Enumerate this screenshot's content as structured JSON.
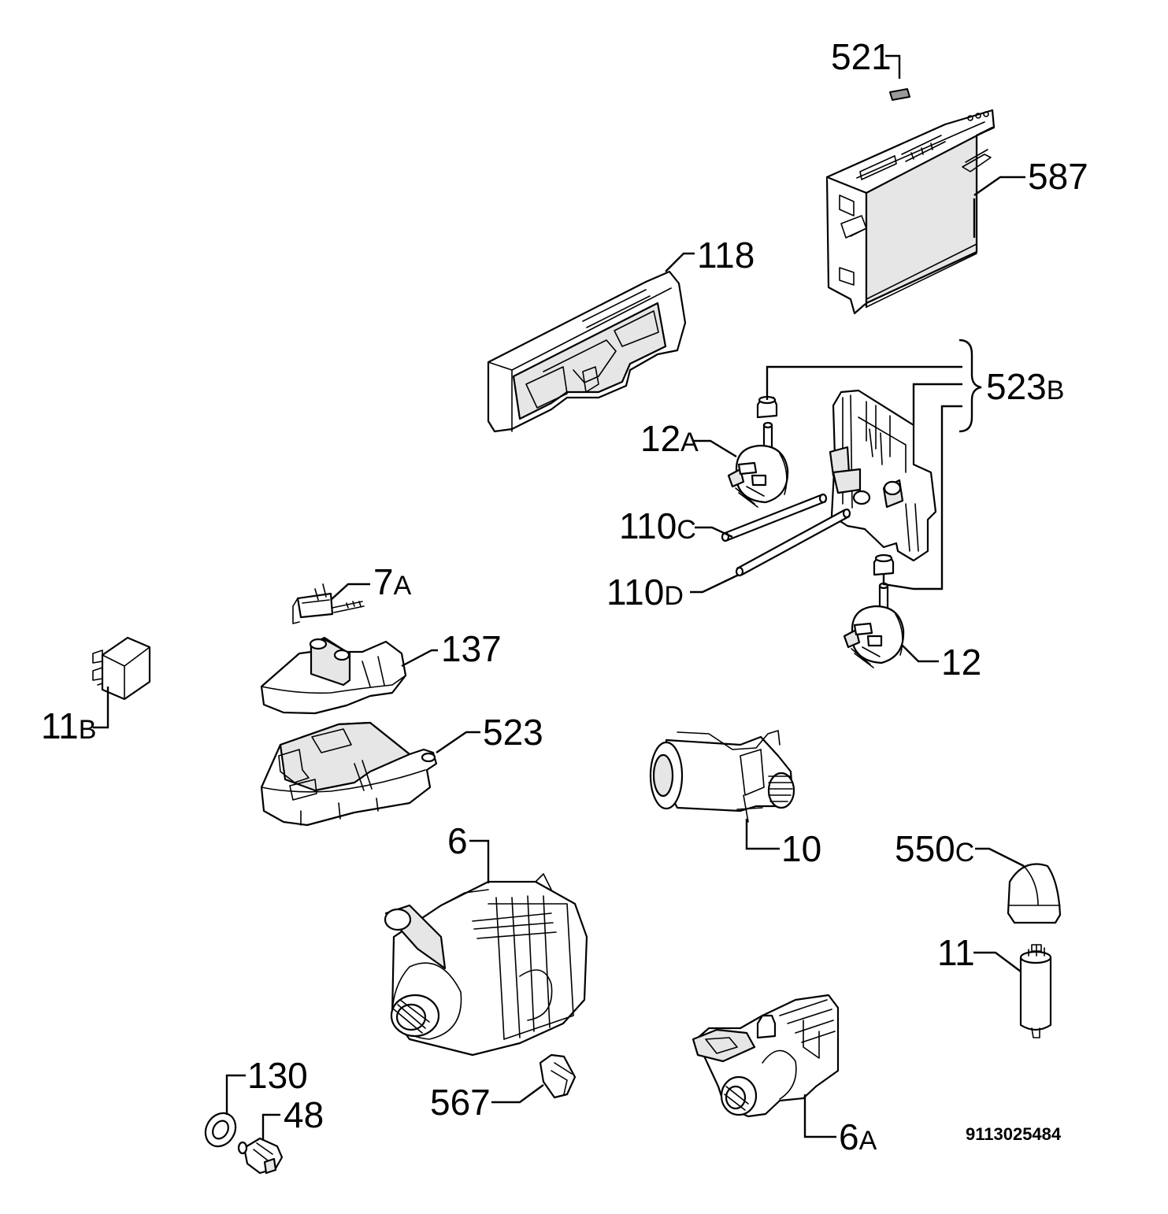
{
  "document_number": "9113025484",
  "parts": [
    {
      "id": "p521",
      "base": "521",
      "suffix": "",
      "name": "part-521"
    },
    {
      "id": "p587",
      "base": "587",
      "suffix": "",
      "name": "part-587"
    },
    {
      "id": "p118",
      "base": "118",
      "suffix": "",
      "name": "part-118"
    },
    {
      "id": "p523B",
      "base": "523",
      "suffix": "B",
      "name": "part-523b"
    },
    {
      "id": "p12A",
      "base": "12",
      "suffix": "A",
      "name": "part-12a"
    },
    {
      "id": "p110C",
      "base": "110",
      "suffix": "C",
      "name": "part-110c"
    },
    {
      "id": "p110D",
      "base": "110",
      "suffix": "D",
      "name": "part-110d"
    },
    {
      "id": "p12",
      "base": "12",
      "suffix": "",
      "name": "part-12"
    },
    {
      "id": "p7A",
      "base": "7",
      "suffix": "A",
      "name": "part-7a"
    },
    {
      "id": "p137",
      "base": "137",
      "suffix": "",
      "name": "part-137"
    },
    {
      "id": "p11B",
      "base": "11",
      "suffix": "B",
      "name": "part-11b"
    },
    {
      "id": "p523",
      "base": "523",
      "suffix": "",
      "name": "part-523"
    },
    {
      "id": "p10",
      "base": "10",
      "suffix": "",
      "name": "part-10"
    },
    {
      "id": "p6",
      "base": "6",
      "suffix": "",
      "name": "part-6"
    },
    {
      "id": "p550C",
      "base": "550",
      "suffix": "C",
      "name": "part-550c"
    },
    {
      "id": "p11",
      "base": "11",
      "suffix": "",
      "name": "part-11"
    },
    {
      "id": "p130",
      "base": "130",
      "suffix": "",
      "name": "part-130"
    },
    {
      "id": "p48",
      "base": "48",
      "suffix": "",
      "name": "part-48"
    },
    {
      "id": "p567",
      "base": "567",
      "suffix": "",
      "name": "part-567"
    },
    {
      "id": "p6A",
      "base": "6",
      "suffix": "A",
      "name": "part-6a"
    }
  ]
}
